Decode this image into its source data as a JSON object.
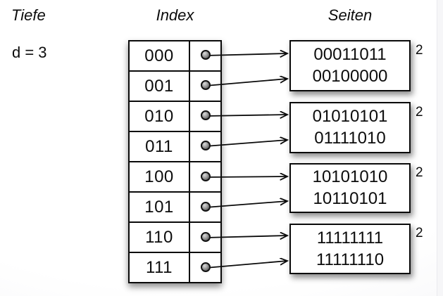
{
  "labels": {
    "tiefe": "Tiefe",
    "depth": "d = 3",
    "index": "Index",
    "seiten": "Seiten"
  },
  "index_table": {
    "rows": [
      "000",
      "001",
      "010",
      "011",
      "100",
      "101",
      "110",
      "111"
    ]
  },
  "pages": [
    {
      "entries": [
        "00011011",
        "00100000"
      ],
      "local_depth": "2"
    },
    {
      "entries": [
        "01010101",
        "01111010"
      ],
      "local_depth": "2"
    },
    {
      "entries": [
        "10101010",
        "10110101"
      ],
      "local_depth": "2"
    },
    {
      "entries": [
        "11111111",
        "11111110"
      ],
      "local_depth": "2"
    }
  ],
  "pointers": [
    {
      "index": "000",
      "page": 1
    },
    {
      "index": "001",
      "page": 1
    },
    {
      "index": "010",
      "page": 2
    },
    {
      "index": "011",
      "page": 2
    },
    {
      "index": "100",
      "page": 3
    },
    {
      "index": "101",
      "page": 3
    },
    {
      "index": "110",
      "page": 4
    },
    {
      "index": "111",
      "page": 4
    }
  ],
  "colors": {
    "ink": "#0a0a0a",
    "page_background": "#ffffff"
  }
}
